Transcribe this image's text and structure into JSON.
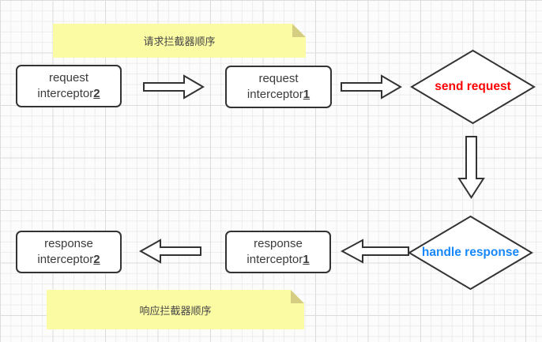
{
  "canvas": {
    "background": "#fcfcfc",
    "grid_minor_color": "#ececec",
    "grid_major_color": "#dcdcdc"
  },
  "notes": {
    "top": {
      "text": "请求拦截器顺序",
      "bg": "#fbfba4",
      "fold_color": "#d5cd82"
    },
    "bottom": {
      "text": "响应拦截器顺序",
      "bg": "#fbfba4",
      "fold_color": "#d5cd82"
    }
  },
  "boxes": {
    "request2": {
      "line1": "request",
      "line2_base": "interceptor",
      "line2_num": "2"
    },
    "request1": {
      "line1": "request",
      "line2_base": "interceptor",
      "line2_num": "1"
    },
    "response1": {
      "line1": "response",
      "line2_base": "interceptor",
      "line2_num": "1"
    },
    "response2": {
      "line1": "response",
      "line2_base": "interceptor",
      "line2_num": "2"
    }
  },
  "diamonds": {
    "send_request": {
      "label": "send request",
      "color": "#ff0000"
    },
    "handle_response": {
      "label": "handle response",
      "color": "#1787fb"
    }
  },
  "shape_style": {
    "stroke": "#333333",
    "fill": "#ffffff"
  },
  "flow": {
    "request_order": [
      "request interceptor2",
      "request interceptor1",
      "send request"
    ],
    "response_order": [
      "handle response",
      "response interceptor1",
      "response interceptor2"
    ]
  }
}
